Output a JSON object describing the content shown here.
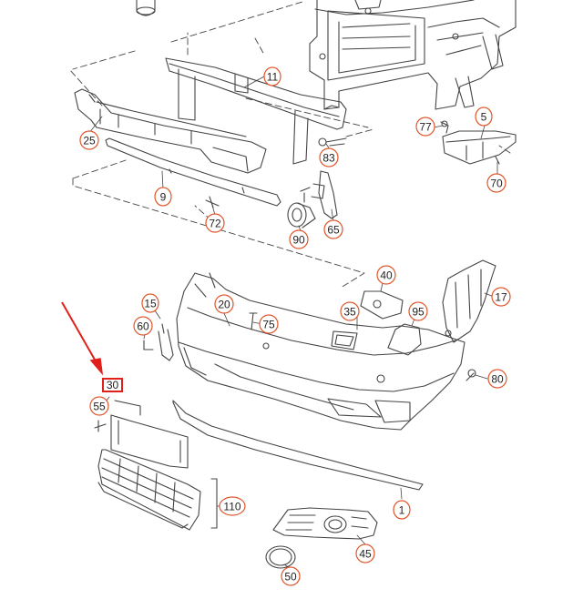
{
  "diagram": {
    "callouts": [
      {
        "id": "c11",
        "label": "11"
      },
      {
        "id": "c25",
        "label": "25"
      },
      {
        "id": "c9",
        "label": "9"
      },
      {
        "id": "c72",
        "label": "72"
      },
      {
        "id": "c83",
        "label": "83"
      },
      {
        "id": "c90",
        "label": "90"
      },
      {
        "id": "c65",
        "label": "65"
      },
      {
        "id": "c77",
        "label": "77"
      },
      {
        "id": "c5",
        "label": "5"
      },
      {
        "id": "c70",
        "label": "70"
      },
      {
        "id": "c40",
        "label": "40"
      },
      {
        "id": "c17",
        "label": "17"
      },
      {
        "id": "c15",
        "label": "15"
      },
      {
        "id": "c20",
        "label": "20"
      },
      {
        "id": "c60",
        "label": "60"
      },
      {
        "id": "c75",
        "label": "75"
      },
      {
        "id": "c35",
        "label": "35"
      },
      {
        "id": "c95",
        "label": "95"
      },
      {
        "id": "c80",
        "label": "80"
      },
      {
        "id": "c55",
        "label": "55"
      },
      {
        "id": "c110",
        "label": "110"
      },
      {
        "id": "c1",
        "label": "1"
      },
      {
        "id": "c45",
        "label": "45"
      },
      {
        "id": "c50",
        "label": "50"
      }
    ],
    "highlighted": {
      "label": "30"
    },
    "colors": {
      "line": "#444444",
      "callout": "#e0562a",
      "highlight": "#e0201a",
      "arrow": "#e0201a"
    }
  }
}
